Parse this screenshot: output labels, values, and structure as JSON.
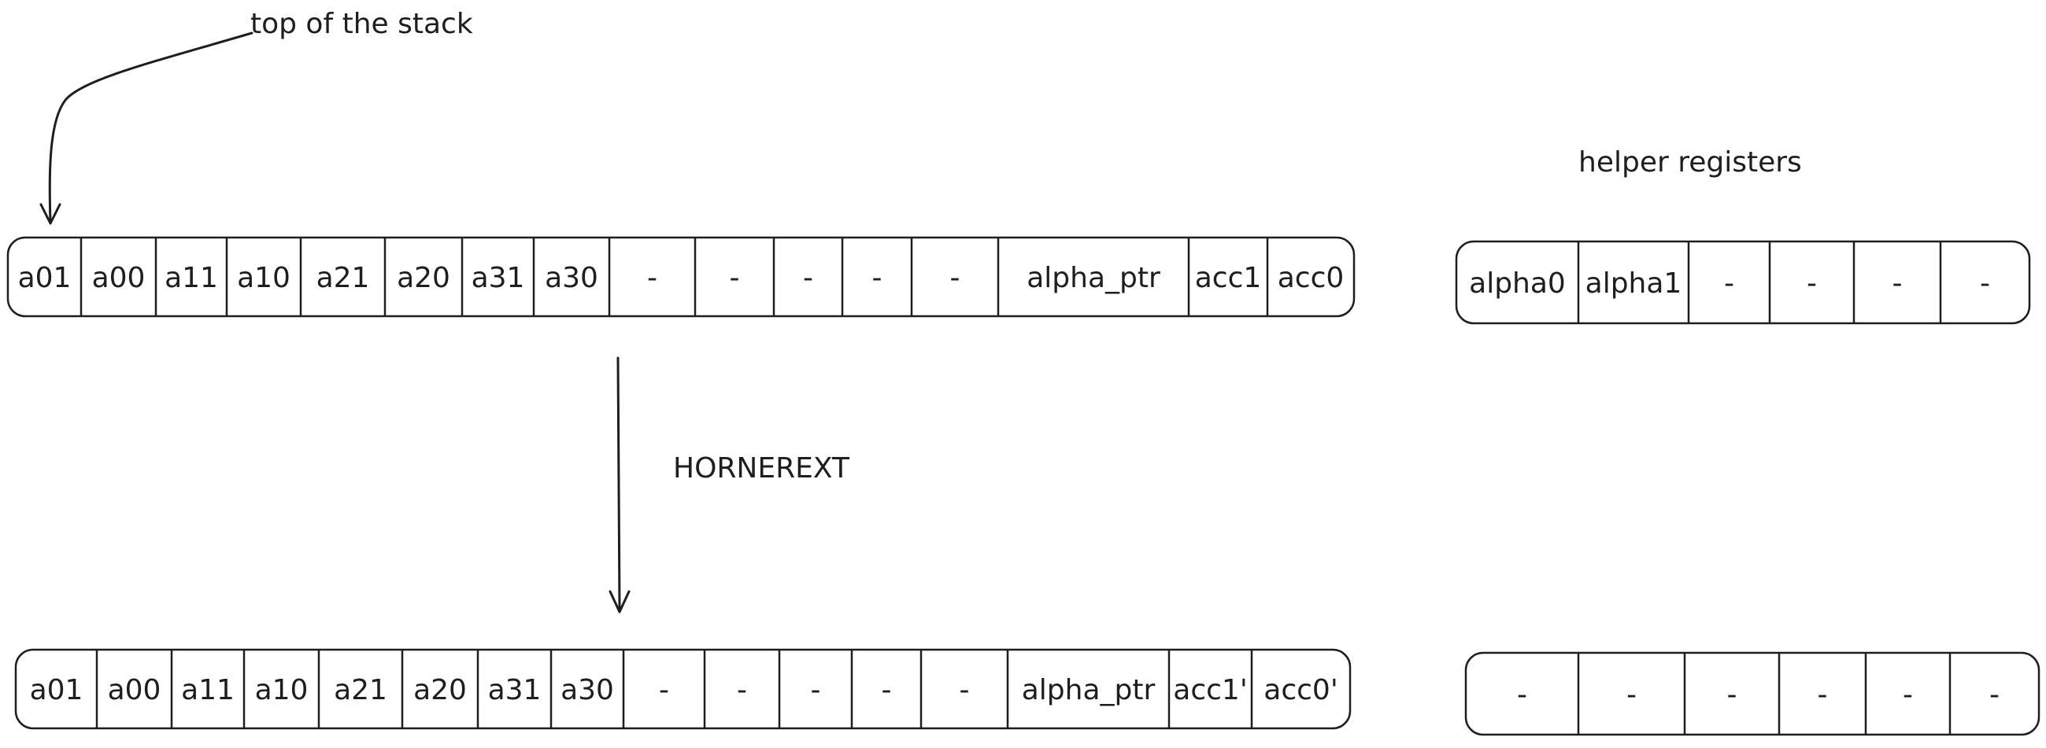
{
  "labels": {
    "top_of_stack": "top of the stack",
    "helper_registers": "helper registers",
    "operation": "HORNEREXT"
  },
  "stack_before": [
    "a01",
    "a00",
    "a11",
    "a10",
    "a21",
    "a20",
    "a31",
    "a30",
    "-",
    "-",
    "-",
    "-",
    "-",
    "alpha_ptr",
    "acc1",
    "acc0"
  ],
  "stack_after": [
    "a01",
    "a00",
    "a11",
    "a10",
    "a21",
    "a20",
    "a31",
    "a30",
    "-",
    "-",
    "-",
    "-",
    "-",
    "alpha_ptr",
    "acc1'",
    "acc0'"
  ],
  "helper_before": [
    "alpha0",
    "alpha1",
    "-",
    "-",
    "-",
    "-"
  ],
  "helper_after": [
    "-",
    "-",
    "-",
    "-",
    "-",
    "-"
  ]
}
